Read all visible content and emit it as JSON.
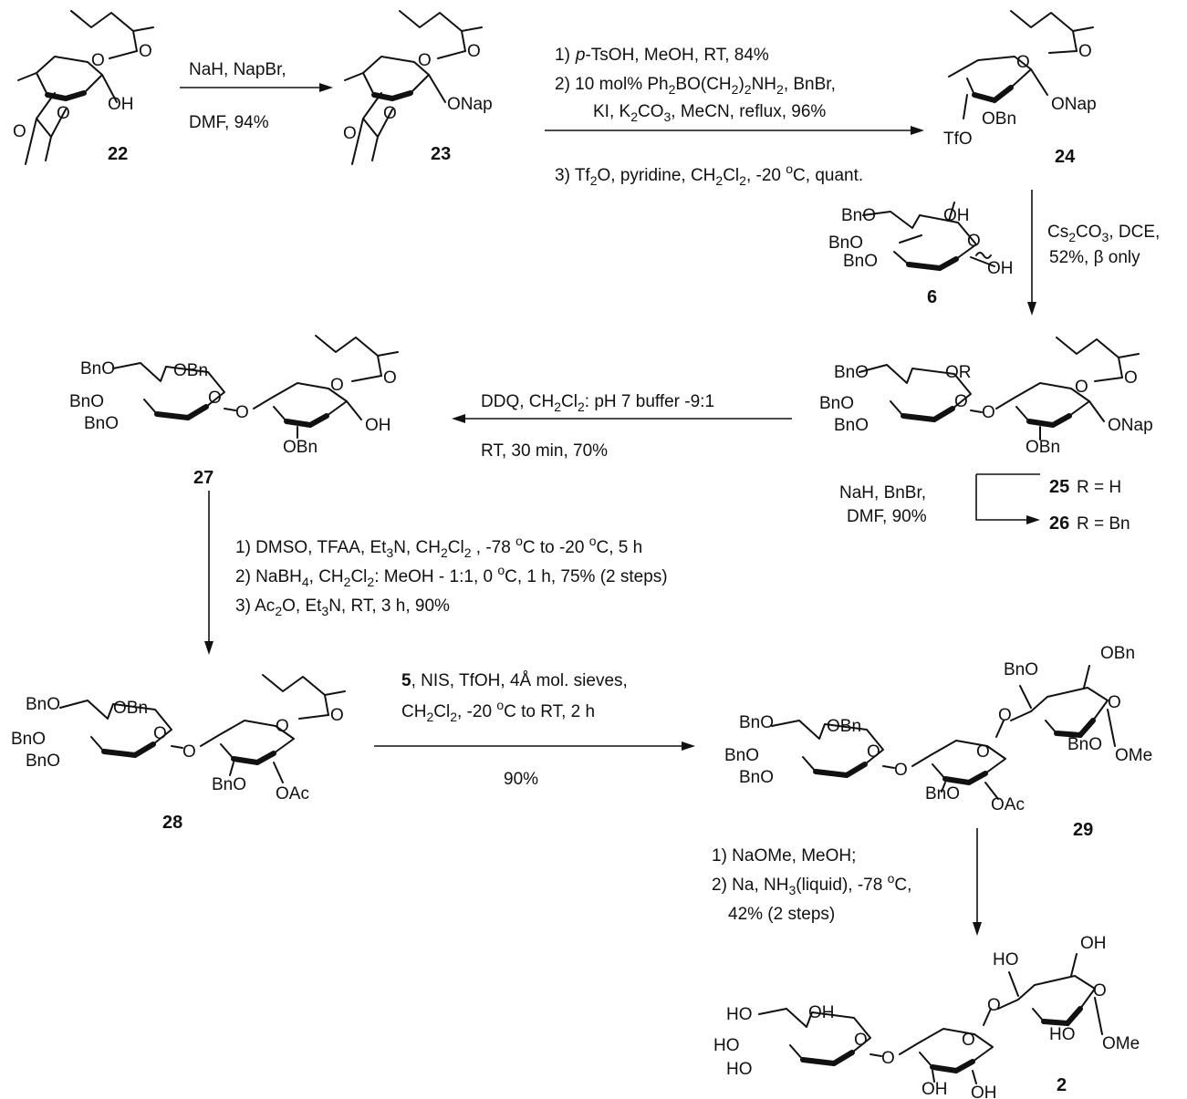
{
  "compounds": {
    "c22": {
      "number": "22",
      "oh": "OH",
      "o_ring": "O",
      "o_tail": "O",
      "o_a": "O",
      "o_b": "O"
    },
    "c23": {
      "number": "23",
      "onap": "ONap",
      "o_ring": "O",
      "o_tail": "O",
      "o_a": "O",
      "o_b": "O"
    },
    "c24": {
      "number": "24",
      "onap": "ONap",
      "obn": "OBn",
      "otf": "TfO",
      "o_ring": "O",
      "o_tail": "O"
    },
    "c6": {
      "number": "6",
      "bno6": "BnO",
      "oh2": "OH",
      "bno4": "BnO",
      "bno3": "BnO",
      "o_ring": "O",
      "oh1": "OH"
    },
    "c25_26": {
      "number_25": "25",
      "r_h": "R = H",
      "number_26": "26",
      "r_bn": "R = Bn",
      "bno6": "BnO",
      "or": "OR",
      "bno4": "BnO",
      "bno3": "BnO",
      "o_ring1": "O",
      "o_link": "O",
      "o_ring2": "O",
      "o_tail": "O",
      "onap": "ONap",
      "obn": "OBn"
    },
    "c27": {
      "number": "27",
      "bno6": "BnO",
      "obn2": "OBn",
      "bno4": "BnO",
      "bno3": "BnO",
      "o_ring1": "O",
      "o_link": "O",
      "o_ring2": "O",
      "o_tail": "O",
      "oh": "OH",
      "obn3": "OBn"
    },
    "c28": {
      "number": "28",
      "bno6": "BnO",
      "obn2": "OBn",
      "bno4": "BnO",
      "bno3": "BnO",
      "o_ring1": "O",
      "o_link": "O",
      "o_ring2": "O",
      "o_tail": "O",
      "bno_r": "BnO",
      "oac": "OAc"
    },
    "c29": {
      "number": "29",
      "bno6": "BnO",
      "obn2": "OBn",
      "bno4": "BnO",
      "bno3": "BnO",
      "o_ring1": "O",
      "o_link": "O",
      "o_ring2": "O",
      "bno_mid": "BnO",
      "oac": "OAc",
      "o_link2": "O",
      "bno_t": "BnO",
      "obn_t": "OBn",
      "o_ring3": "O",
      "bno_t2": "BnO",
      "ome": "OMe"
    },
    "c2": {
      "number": "2",
      "ho6": "HO",
      "oh2": "OH",
      "ho4": "HO",
      "ho3": "HO",
      "o_ring1": "O",
      "o_link": "O",
      "o_ring2": "O",
      "oh_a": "OH",
      "oh_b": "OH",
      "o_link2": "O",
      "ho_t": "HO",
      "oh_t": "OH",
      "o_ring3": "O",
      "ho_t2": "HO",
      "ome": "OMe"
    }
  },
  "reactions": {
    "r1": {
      "line1": "NaH, NapBr,",
      "line2": "DMF, 94%"
    },
    "r2": {
      "step1_num": "1)",
      "step1_ptsoh": "p",
      "step1_rest": "-TsOH, MeOH, RT, 84%",
      "step2_a": "2) 10 mol% Ph",
      "step2_sub1": "2",
      "step2_b": "BO(CH",
      "step2_sub2": "2",
      "step2_c": ")",
      "step2_sub3": "2",
      "step2_d": "NH",
      "step2_sub4": "2",
      "step2_e": ", BnBr,",
      "step2b_a": "KI, K",
      "step2b_sub1": "2",
      "step2b_b": "CO",
      "step2b_sub2": "3",
      "step2b_c": ", MeCN, reflux, 96%",
      "step3_a": "3) Tf",
      "step3_sub1": "2",
      "step3_b": "O, pyridine, CH",
      "step3_sub2": "2",
      "step3_c": "Cl",
      "step3_sub3": "2",
      "step3_d": ", -20 ",
      "step3_sup": "o",
      "step3_e": "C, quant."
    },
    "r3": {
      "a": "Cs",
      "sub1": "2",
      "b": "CO",
      "sub2": "3",
      "c": ", DCE,",
      "line2": "52%, β only"
    },
    "r4": {
      "a": "DDQ, CH",
      "sub1": "2",
      "b": "Cl",
      "sub2": "2",
      "c": ": pH 7 buffer -9:1",
      "line2": "RT, 30 min, 70%"
    },
    "r5": {
      "line1": "NaH, BnBr,",
      "line2": "DMF, 90%"
    },
    "r6": {
      "s1_a": "1) DMSO, TFAA, Et",
      "s1_sub1": "3",
      "s1_b": "N, CH",
      "s1_sub2": "2",
      "s1_c": "Cl",
      "s1_sub3": "2",
      "s1_d": " , -78 ",
      "s1_sup1": "o",
      "s1_e": "C to -20 ",
      "s1_sup2": "o",
      "s1_f": "C, 5 h",
      "s2_a": "2) NaBH",
      "s2_sub1": "4",
      "s2_b": ", CH",
      "s2_sub2": "2",
      "s2_c": "Cl",
      "s2_sub3": "2",
      "s2_d": ": MeOH - 1:1, 0 ",
      "s2_sup": "o",
      "s2_e": "C, 1 h, 75%  (2 steps)",
      "s3_a": "3) Ac",
      "s3_sub1": "2",
      "s3_b": "O, Et",
      "s3_sub2": "3",
      "s3_c": "N, RT,  3 h, 90%"
    },
    "r7": {
      "l1_bold": "5",
      "l1_rest": ", NIS, TfOH, 4Å mol. sieves,",
      "l2_a": "CH",
      "l2_sub1": "2",
      "l2_b": "Cl",
      "l2_sub2": "2",
      "l2_c": ", -20 ",
      "l2_sup": "o",
      "l2_d": "C to RT, 2 h",
      "yield": "90%"
    },
    "r8": {
      "l1": "1) NaOMe, MeOH;",
      "l2_a": "2) Na, NH",
      "l2_sub": "3",
      "l2_b": "(liquid), -78 ",
      "l2_sup": "o",
      "l2_c": "C,",
      "l3": "42% (2 steps)"
    }
  }
}
